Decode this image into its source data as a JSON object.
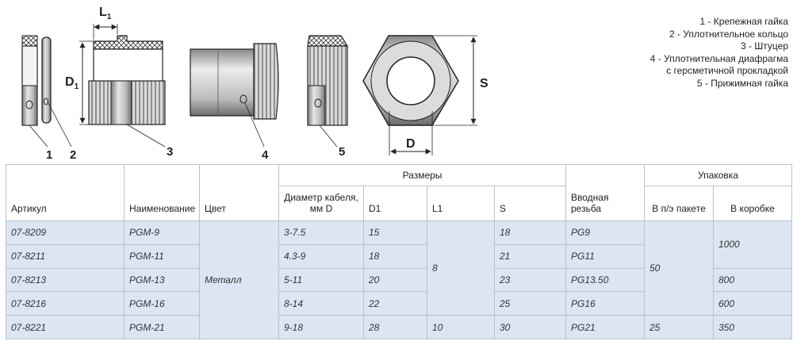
{
  "figure": {
    "dim_labels": {
      "l1": "L",
      "l1_sub": "1",
      "d1": "D",
      "d1_sub": "1",
      "s": "S",
      "d": "D"
    },
    "callouts": [
      "1",
      "2",
      "3",
      "4",
      "5"
    ]
  },
  "legend": [
    "1 - Крепежная гайка",
    "2 - Уплотнительное кольцо",
    "3 - Штуцер",
    "4 - Уплотнительная диафрагма",
    "с герсметичной прокладкой",
    "5 - Прижимная гайка"
  ],
  "table": {
    "headers": {
      "article": "Артикул",
      "name": "Наименование",
      "color": "Цвет",
      "sizes": "Размеры",
      "cable_line1": "Диаметр кабеля,",
      "cable_line2": "мм D",
      "d1": "D1",
      "l1": "L1",
      "s": "S",
      "thread": "Вводная резьба",
      "pack": "Упаковка",
      "bag": "В п/э пакете",
      "box": "В коробке"
    },
    "color_value": "Металл",
    "rows": [
      {
        "article": "07-8209",
        "name": "PGM-9",
        "cable": "3-7.5",
        "d1": "15",
        "s": "18",
        "thread": "PG9"
      },
      {
        "article": "07-8211",
        "name": "PGM-11",
        "cable": "4.3-9",
        "d1": "18",
        "s": "21",
        "thread": "PG11"
      },
      {
        "article": "07-8213",
        "name": "PGM-13",
        "cable": "5-11",
        "d1": "20",
        "s": "23",
        "thread": "PG13.50"
      },
      {
        "article": "07-8216",
        "name": "PGM-16",
        "cable": "8-14",
        "d1": "22",
        "s": "25",
        "thread": "PG16"
      },
      {
        "article": "07-8221",
        "name": "PGM-21",
        "cable": "9-18",
        "d1": "28",
        "s": "30",
        "thread": "PG21"
      }
    ],
    "l1_group": "8",
    "l1_last": "10",
    "bag_group": "50",
    "bag_last": "25",
    "box_group": "1000",
    "box_800": "800",
    "box_600": "600",
    "box_last": "350"
  }
}
